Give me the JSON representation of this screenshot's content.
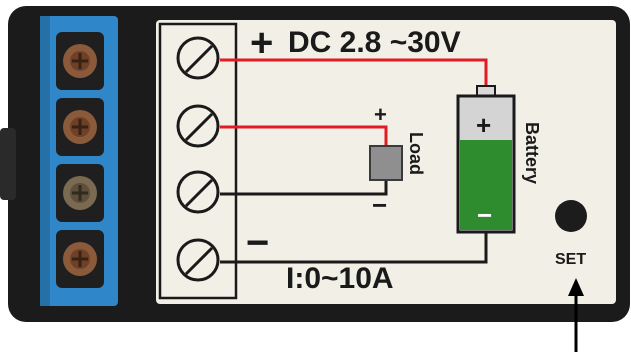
{
  "supply": {
    "plus_sign": "+",
    "label": "DC 2.8 ~30V",
    "minus_sign": "−"
  },
  "load": {
    "label": "Load",
    "plus": "+",
    "minus": "−"
  },
  "battery": {
    "label": "Battery",
    "plus": "+",
    "minus": "−"
  },
  "current": {
    "label": "I:0~10A"
  },
  "set_button": {
    "label": "SET"
  },
  "colors": {
    "wire_positive": "#e01b24",
    "wire_negative": "#1a1a1a",
    "terminal_block": "#2f86c8",
    "battery_green": "#2e8b2e",
    "panel": "#f1efe6",
    "housing": "#1b1b1b"
  }
}
